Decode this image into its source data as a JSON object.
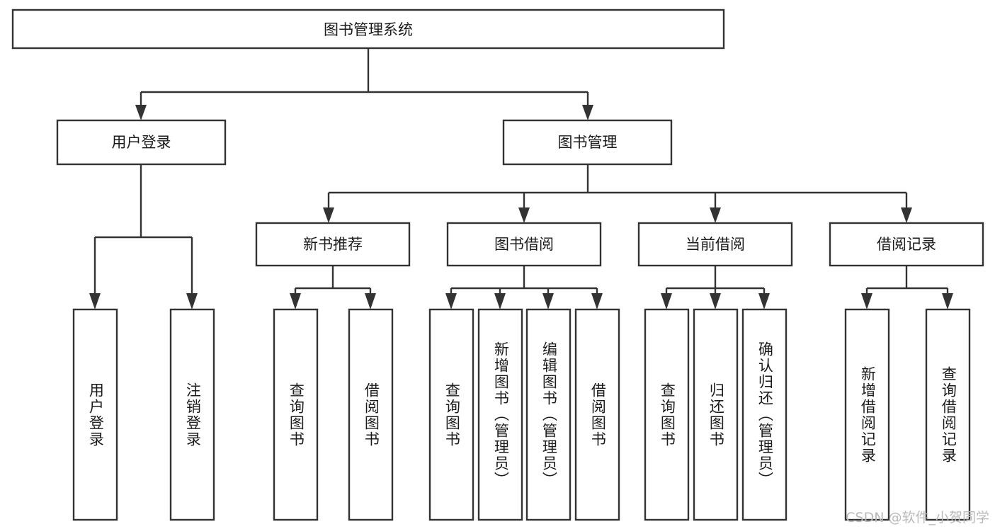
{
  "diagram": {
    "type": "tree-hierarchy",
    "title": "图书管理系统",
    "orientation": "top-down",
    "colors": {
      "box_fill": "#ffffff",
      "box_stroke": "#333333",
      "text": "#1b1b1b",
      "watermark": "#b9b9b9",
      "background": "#ffffff"
    },
    "root": {
      "label": "图书管理系统"
    },
    "level2": [
      {
        "label": "用户登录"
      },
      {
        "label": "图书管理"
      }
    ],
    "level3": [
      {
        "label": "新书推荐"
      },
      {
        "label": "图书借阅"
      },
      {
        "label": "当前借阅"
      },
      {
        "label": "借阅记录"
      }
    ],
    "leaves": {
      "user_login": [
        {
          "label": "用户登录"
        },
        {
          "label": "注销登录"
        }
      ],
      "new_book_recommend": [
        {
          "label": "查询图书"
        },
        {
          "label": "借阅图书"
        }
      ],
      "book_borrow": [
        {
          "label": "查询图书"
        },
        {
          "label": "新增图书（管理员）"
        },
        {
          "label": "编辑图书（管理员）"
        },
        {
          "label": "借阅图书"
        }
      ],
      "current_borrow": [
        {
          "label": "查询图书"
        },
        {
          "label": "归还图书"
        },
        {
          "label": "确认归还（管理员）"
        }
      ],
      "borrow_record": [
        {
          "label": "新增借阅记录"
        },
        {
          "label": "查询借阅记录"
        }
      ]
    }
  },
  "watermark": {
    "text": "CSDN @软件_小贺同学"
  }
}
